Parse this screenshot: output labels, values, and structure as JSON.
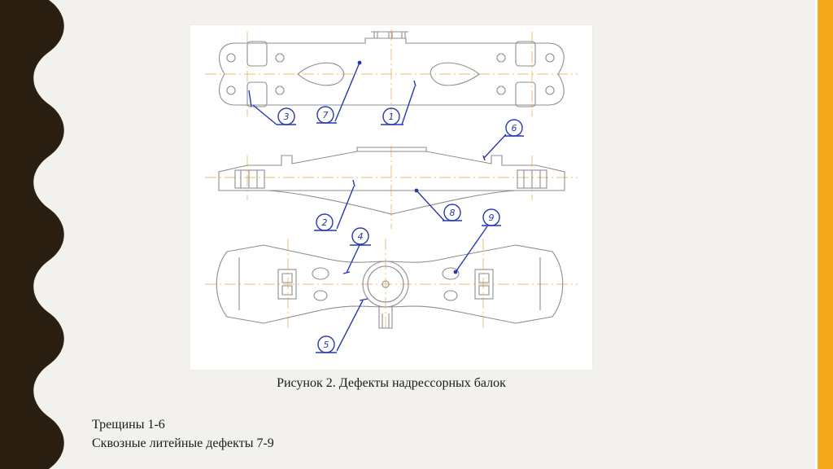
{
  "figure": {
    "caption": "Рисунок 2. Дефекты надрессорных балок",
    "callouts": [
      "3",
      "7",
      "1",
      "6",
      "2",
      "8",
      "9",
      "4",
      "5"
    ]
  },
  "notes": {
    "cracks": "Трещины 1-6",
    "casting_defects": "Сквозные литейные дефекты 7-9"
  },
  "colors": {
    "accent": "#f5a81c",
    "dark_band": "#2a1f10",
    "callout_blue": "#2638b3",
    "axis_orange": "#f0b866"
  }
}
